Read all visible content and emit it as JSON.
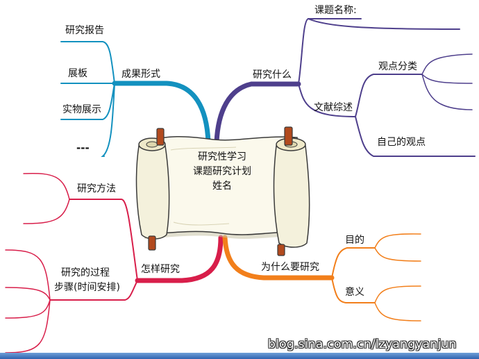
{
  "center": {
    "line1": "研究性学习",
    "line2": "课题研究计划",
    "line3": "姓名"
  },
  "branches": {
    "what": {
      "label": "研究什么",
      "color": "#4e3f8c",
      "children": {
        "topic_name": "课题名称:",
        "literature": "文献综述",
        "viewpoint_classify": "观点分类",
        "own_viewpoint": "自己的观点"
      }
    },
    "results": {
      "label": "成果形式",
      "color": "#1391bf",
      "children": {
        "report": "研究报告",
        "board": "展板",
        "exhibit": "实物展示",
        "more": "---"
      }
    },
    "how": {
      "label": "怎样研究",
      "color": "#d81e4a",
      "children": {
        "method": "研究方法",
        "process_line1": "研究的过程",
        "process_line2": "步骤(时间安排)"
      }
    },
    "why": {
      "label": "为什么要研究",
      "color": "#f27f1b",
      "children": {
        "purpose": "目的",
        "meaning": "意义"
      }
    }
  },
  "watermark": "blog.sina.com.cn/lzyangyanjun",
  "colors": {
    "scroll_paper": "#fbf9ec",
    "scroll_shadow": "#c9c5a8",
    "rod": "#b24a1e",
    "bottom_bar": "#2f63b0"
  }
}
